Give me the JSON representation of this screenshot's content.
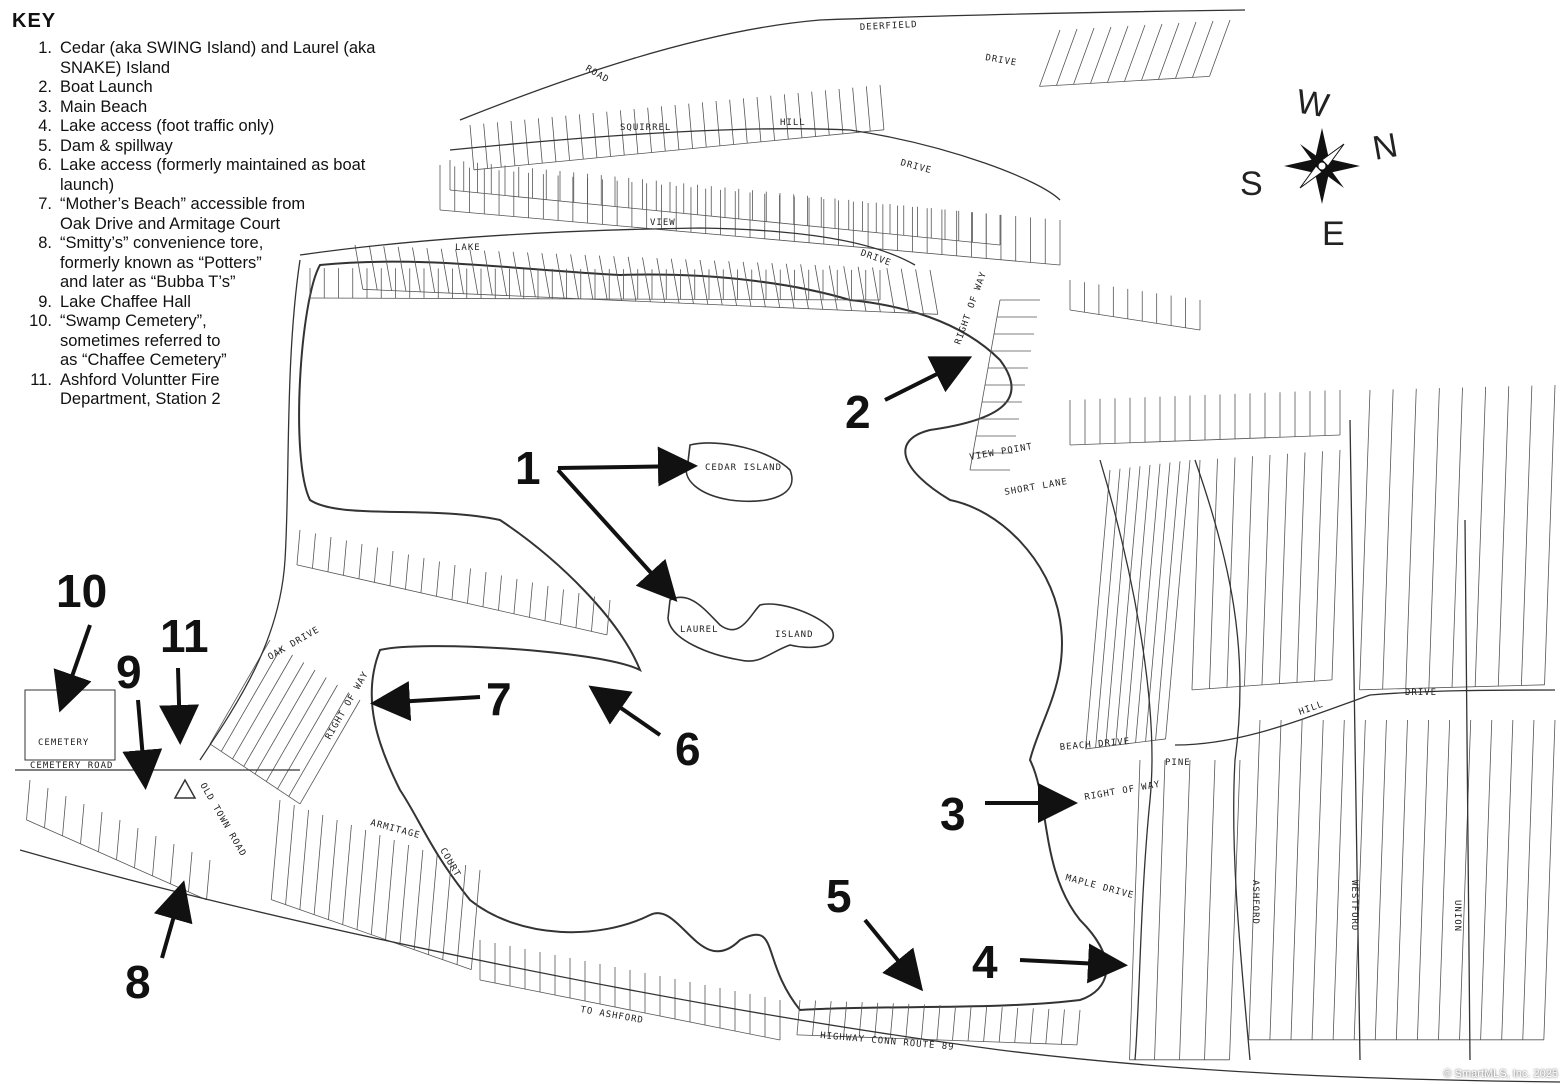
{
  "key": {
    "title": "KEY",
    "items": [
      {
        "n": "1.",
        "text": "Cedar (aka SWING Island) and Laurel (aka SNAKE) Island"
      },
      {
        "n": "2.",
        "text": "Boat Launch"
      },
      {
        "n": "3.",
        "text": "Main Beach"
      },
      {
        "n": "4.",
        "text": "Lake access (foot traffic only)"
      },
      {
        "n": "5.",
        "text": "Dam & spillway"
      },
      {
        "n": "6.",
        "text": "Lake access (formerly maintained as boat\nlaunch)"
      },
      {
        "n": "7.",
        "text": "“Mother’s Beach” accessible from\nOak Drive and Armitage Court"
      },
      {
        "n": "8.",
        "text": "“Smitty’s” convenience tore,\nformerly known as “Potters”\nand later as “Bubba T’s”"
      },
      {
        "n": "9.",
        "text": "Lake Chaffee Hall"
      },
      {
        "n": "10.",
        "text": "“Swamp Cemetery”,\nsometimes referred to\nas “Chaffee Cemetery”"
      },
      {
        "n": "11.",
        "text": "Ashford Voluntter Fire\nDepartment, Station 2"
      }
    ]
  },
  "compass": {
    "w": "W",
    "n": "N",
    "s": "S",
    "e": "E"
  },
  "islands": {
    "cedar": "CEDAR ISLAND",
    "laurel": "LAUREL",
    "laurel2": "ISLAND"
  },
  "streets": {
    "deerfield": "DEERFIELD",
    "drive1": "DRIVE",
    "road": "ROAD",
    "squirrel": "SQUIRREL",
    "hill": "HILL",
    "drive2": "DRIVE",
    "lake": "LAKE",
    "view": "VIEW",
    "drive3": "DRIVE",
    "view_point": "VIEW POINT",
    "short_lane": "SHORT LANE",
    "beach_drive": "BEACH DRIVE",
    "maple_drive": "MAPLE DRIVE",
    "pine": "PINE",
    "hill2": "HILL",
    "drive4": "DRIVE",
    "ashford": "ASHFORD",
    "westford": "WESTFORD",
    "union": "UNION",
    "cemetery_road": "CEMETERY ROAD",
    "cemetery": "CEMETERY",
    "to_ashford": "TO ASHFORD",
    "highway": "HIGHWAY  CONN  ROUTE  89",
    "armitage": "ARMITAGE",
    "court": "COURT",
    "right_of_way": "RIGHT OF WAY",
    "oak_drive": "OAK DRIVE",
    "old_town_road": "OLD TOWN ROAD"
  },
  "markers": [
    "1",
    "2",
    "3",
    "4",
    "5",
    "6",
    "7",
    "8",
    "9",
    "10",
    "11"
  ],
  "copyright": "© SmartMLS, Inc.  2025"
}
